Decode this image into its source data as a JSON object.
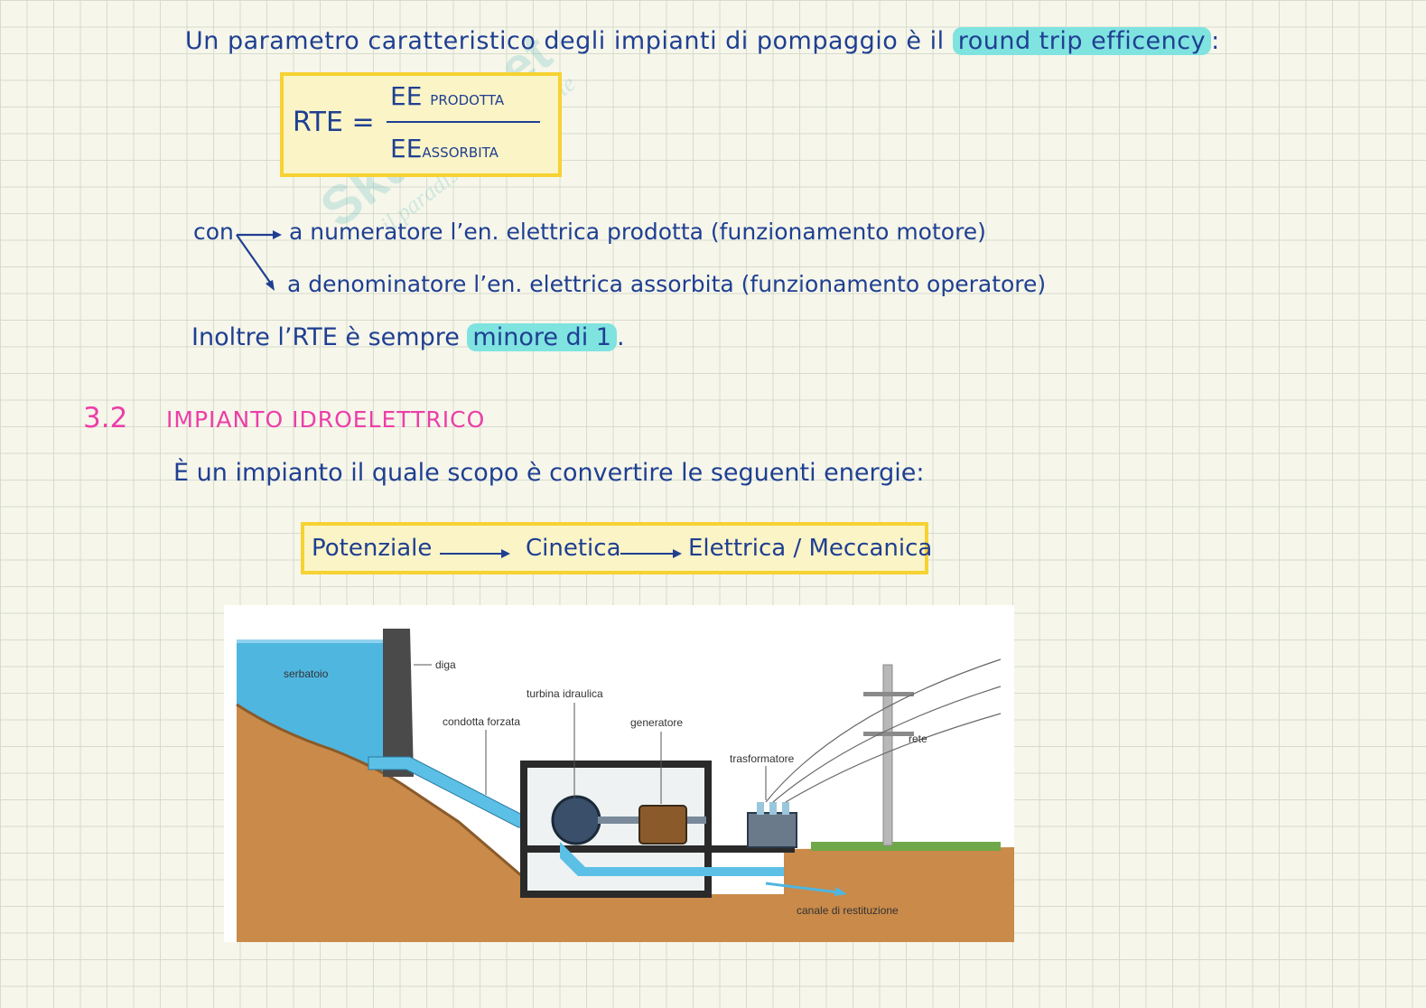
{
  "intro": {
    "text_before": "Un parametro caratteristico degli impianti di pompaggio è il ",
    "highlight": "round trip efficency",
    "after": ":"
  },
  "formula": {
    "lhs": "RTE =",
    "num_main": "EE",
    "num_sub": "PRODOTTA",
    "den_main": "EE",
    "den_sub": "ASSORBITA"
  },
  "explain": {
    "con": "con",
    "line1": "a numeratore  l’en. elettrica  prodotta  (funzionamento motore)",
    "line2": "a denominatore l’en. elettrica assorbita (funzionamento operatore)"
  },
  "note": {
    "text": "Inoltre  l’RTE  è  sempre ",
    "highlight": "minore di 1",
    "after": "."
  },
  "section": {
    "number": "3.2",
    "title": "IMPIANTO IDROELETTRICO"
  },
  "desc": "È un impianto il quale scopo è convertire le seguenti energie:",
  "chain": {
    "a": "Potenziale",
    "b": "Cinetica",
    "c": "Elettrica / Meccanica"
  },
  "watermark": {
    "brand": "Skuola.net",
    "tagline": "il paradiso dello studente"
  },
  "diagram": {
    "labels": {
      "serbatoio": "serbatoio",
      "diga": "diga",
      "condotta": "condotta forzata",
      "turbina": "turbina idraulica",
      "generatore": "generatore",
      "trasformatore": "trasformatore",
      "rete": "rete",
      "canale": "canale di restituzione"
    },
    "colors": {
      "water": "#4fb6e0",
      "ground": "#c98a4a",
      "grass": "#6fa84a",
      "dam": "#4a4a4a"
    }
  }
}
